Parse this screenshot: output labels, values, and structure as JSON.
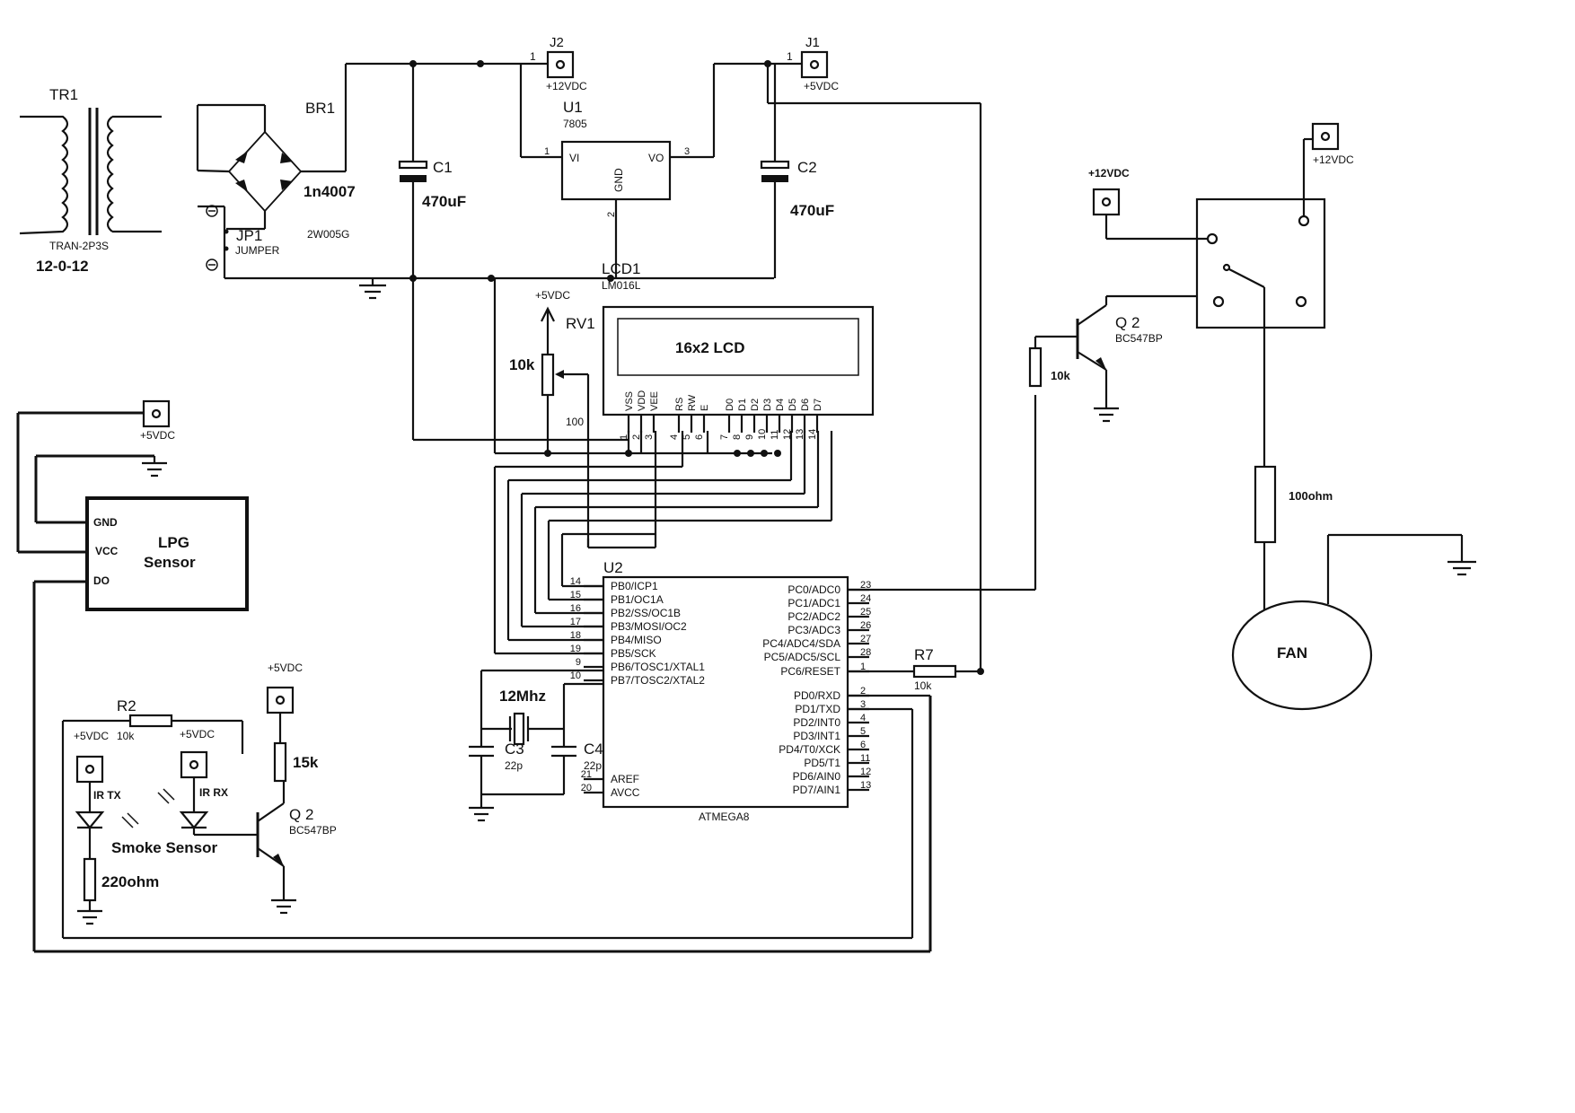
{
  "labels": {
    "tr1": "TR1",
    "tran_part": "TRAN-2P3S",
    "tran_rating": "12-0-12",
    "br1": "BR1",
    "br_part": "2W005G",
    "diode": "1n4007",
    "jp1": "JP1",
    "jumper": "JUMPER",
    "c1": "C1",
    "c1_val": "470uF",
    "c2": "C2",
    "c2_val": "470uF",
    "u1": "U1",
    "u1_part": "7805",
    "u1_vi": "VI",
    "u1_vo": "VO",
    "u1_gnd": "GND",
    "u1_pin1": "1",
    "u1_pin2": "2",
    "u1_pin3": "3",
    "j2": "J2",
    "j2_pin": "1",
    "j2_supply": "+12VDC",
    "j1": "J1",
    "j1_pin": "1",
    "j1_supply": "+5VDC",
    "lcd1": "LCD1",
    "lcd_part": "LM016L",
    "lcd_screen": "16x2 LCD",
    "rv1": "RV1",
    "rv1_val": "10k",
    "rv1_supply": "+5VDC",
    "rv1_100": "100",
    "u2": "U2",
    "u2_part": "ATMEGA8",
    "x1_val": "12Mhz",
    "c3": "C3",
    "c3_val": "22p",
    "c4": "C4",
    "c4_val": "22p",
    "r7": "R7",
    "r7_val": "10k",
    "lpg_gnd": "GND",
    "lpg_vcc": "VCC",
    "lpg_do": "DO",
    "lpg_name1": "LPG",
    "lpg_name2": "Sensor",
    "lpg_supply": "+5VDC",
    "r2": "R2",
    "r2_val": "10k",
    "smoke_supply_a": "+5VDC",
    "smoke_supply_b": "+5VDC",
    "smoke_supply_c": "+5VDC",
    "irtx": "IR TX",
    "irrx": "IR RX",
    "smoke_sensor": "Smoke Sensor",
    "r_220": "220ohm",
    "r_15k": "15k",
    "q2a": "Q 2",
    "q2a_part": "BC547BP",
    "q2b": "Q 2",
    "q2b_part": "BC547BP",
    "relay_base_r": "10k",
    "relay_supply_a": "+12VDC",
    "relay_supply_b": "+12VDC",
    "fan_r": "100ohm",
    "fan": "FAN"
  },
  "lcd_pins": [
    {
      "name": "VSS",
      "num": "1"
    },
    {
      "name": "VDD",
      "num": "2"
    },
    {
      "name": "VEE",
      "num": "3"
    },
    {
      "name": "RS",
      "num": "4"
    },
    {
      "name": "RW",
      "num": "5"
    },
    {
      "name": "E",
      "num": "6"
    },
    {
      "name": "D0",
      "num": "7"
    },
    {
      "name": "D1",
      "num": "8"
    },
    {
      "name": "D2",
      "num": "9"
    },
    {
      "name": "D3",
      "num": "10"
    },
    {
      "name": "D4",
      "num": "11"
    },
    {
      "name": "D5",
      "num": "12"
    },
    {
      "name": "D6",
      "num": "13"
    },
    {
      "name": "D7",
      "num": "14"
    }
  ],
  "mcu_left": [
    {
      "name": "PB0/ICP1",
      "num": "14"
    },
    {
      "name": "PB1/OC1A",
      "num": "15"
    },
    {
      "name": "PB2/SS/OC1B",
      "num": "16"
    },
    {
      "name": "PB3/MOSI/OC2",
      "num": "17"
    },
    {
      "name": "PB4/MISO",
      "num": "18"
    },
    {
      "name": "PB5/SCK",
      "num": "19"
    },
    {
      "name": "PB6/TOSC1/XTAL1",
      "num": "9"
    },
    {
      "name": "PB7/TOSC2/XTAL2",
      "num": "10"
    }
  ],
  "mcu_left_bottom": [
    {
      "name": "AREF",
      "num": "21"
    },
    {
      "name": "AVCC",
      "num": "20"
    }
  ],
  "mcu_right": [
    {
      "name": "PC0/ADC0",
      "num": "23"
    },
    {
      "name": "PC1/ADC1",
      "num": "24"
    },
    {
      "name": "PC2/ADC2",
      "num": "25"
    },
    {
      "name": "PC3/ADC3",
      "num": "26"
    },
    {
      "name": "PC4/ADC4/SDA",
      "num": "27"
    },
    {
      "name": "PC5/ADC5/SCL",
      "num": "28"
    },
    {
      "name": "PC6/RESET",
      "num": "1"
    }
  ],
  "mcu_right_d": [
    {
      "name": "PD0/RXD",
      "num": "2"
    },
    {
      "name": "PD1/TXD",
      "num": "3"
    },
    {
      "name": "PD2/INT0",
      "num": "4"
    },
    {
      "name": "PD3/INT1",
      "num": "5"
    },
    {
      "name": "PD4/T0/XCK",
      "num": "6"
    },
    {
      "name": "PD5/T1",
      "num": "11"
    },
    {
      "name": "PD6/AIN0",
      "num": "12"
    },
    {
      "name": "PD7/AIN1",
      "num": "13"
    }
  ]
}
